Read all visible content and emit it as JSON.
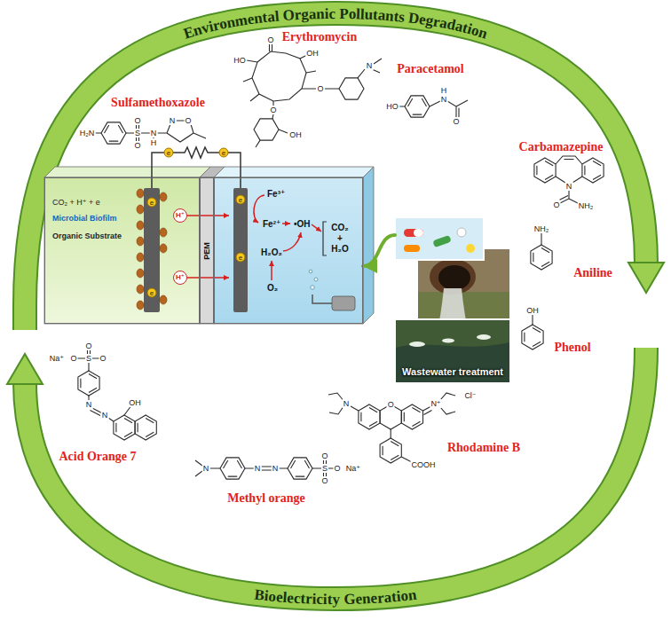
{
  "diagram": {
    "nodes": [
      {
        "text": [
          "CO₂ + H⁺ + e",
          "Microbial Biofilm",
          "Organic Substrate"
        ]
      },
      {
        "text": [
          "PEM"
        ]
      },
      {
        "text": [
          "Fe³⁺",
          "Fe²⁺",
          "•OH",
          "H₂O₂",
          "O₂",
          "CO₂ + H₂O"
        ]
      },
      {
        "text": [
          "Wastewater treatment"
        ]
      }
    ],
    "edges": [
      {
        "from": 3,
        "to": 2,
        "arrow": "to"
      }
    ],
    "labels": [
      "Environmental Organic Pollutants Degradation",
      "Erythromycin",
      "O",
      "HO",
      "OH",
      "O",
      "N",
      "O",
      "OH",
      "Sulfamethoxazole",
      "H₂N",
      "S",
      "O",
      "O",
      "N",
      "H",
      "N",
      "O",
      "Paracetamol",
      "HO",
      "N",
      "H",
      "O",
      "Carbamazepine",
      "N",
      "O",
      "NH₂",
      "NH₂",
      "Aniline",
      "OH",
      "Phenol",
      "Rhodamine B",
      "N",
      "O",
      "N⁺",
      "Cl⁻",
      "COOH",
      "Methyl orange",
      "N",
      "N",
      "N",
      "S",
      "O",
      "O",
      "O",
      "Na⁺",
      "Acid Orange 7",
      "Na⁺",
      "O",
      "S",
      "O",
      "O",
      "N",
      "N",
      "OH",
      "Bioelectricity Generation",
      "H⁺",
      "H⁺",
      "e",
      "e",
      "e",
      "e",
      "e",
      "e"
    ]
  }
}
